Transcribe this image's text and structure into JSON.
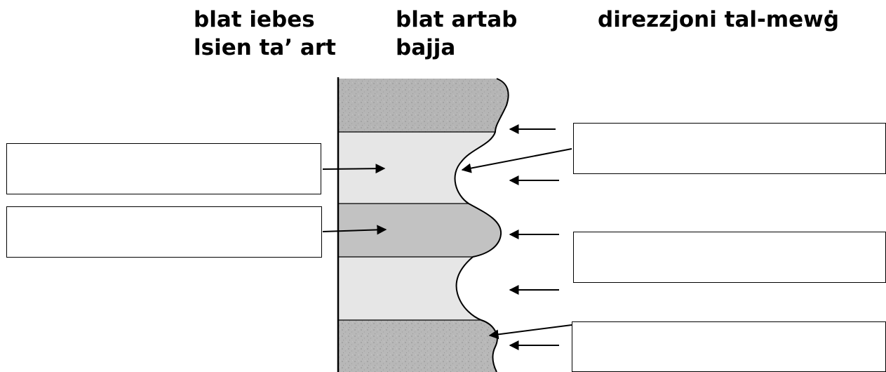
{
  "headings": {
    "hard_rock_line1": "blat  iebes",
    "hard_rock_line2": "lsien ta’ art",
    "soft_rock_line1": "blat artab",
    "soft_rock_line2": "bajja",
    "wave_direction": "direzzjoni tal-mewġ"
  },
  "answer_boxes": [
    {
      "id": "left-1",
      "text": ""
    },
    {
      "id": "left-2",
      "text": ""
    },
    {
      "id": "right-1",
      "text": ""
    },
    {
      "id": "right-2",
      "text": ""
    },
    {
      "id": "right-3",
      "text": ""
    }
  ],
  "rock_bands": [
    {
      "type": "hard",
      "fill": "#b5b5b5"
    },
    {
      "type": "soft",
      "fill": "#e6e6e6"
    },
    {
      "type": "hard",
      "fill": "#c2c2c2"
    },
    {
      "type": "soft",
      "fill": "#e6e6e6"
    },
    {
      "type": "hard",
      "fill": "#b8b8b8"
    }
  ],
  "colors": {
    "line": "#000000",
    "background": "#ffffff"
  }
}
